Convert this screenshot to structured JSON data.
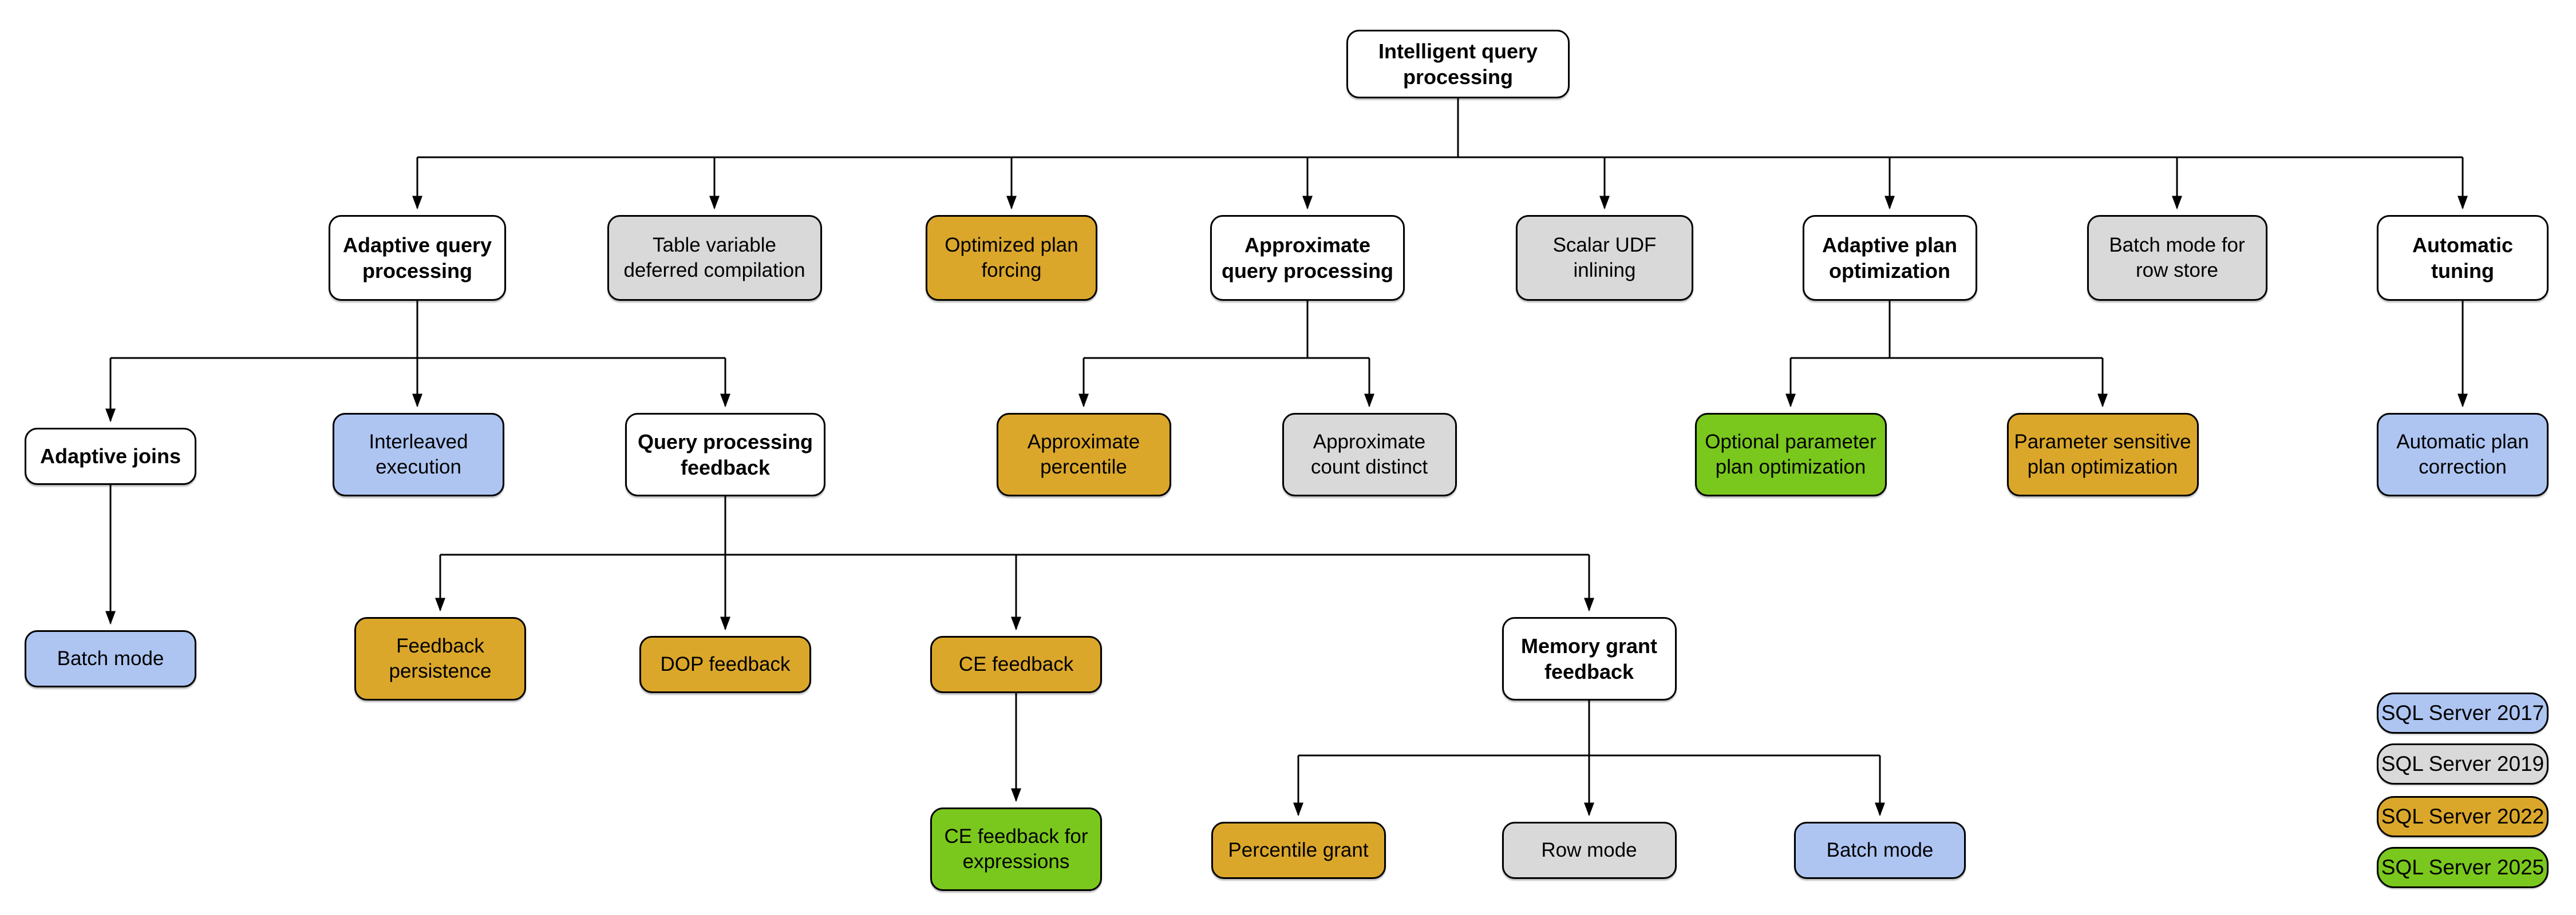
{
  "diagram": {
    "title": "Intelligent query processing",
    "version_colors": {
      "2017": "#AEC5F2",
      "2019": "#D9D9D9",
      "2022": "#DBA72B",
      "2025": "#7AC81E",
      "none": "#FFFFFF"
    },
    "nodes": [
      {
        "id": "intelligent-query-processing",
        "label": "Intelligent query\nprocessing",
        "version": "none",
        "parent": null
      },
      {
        "id": "adaptive-query-processing",
        "label": "Adaptive query\nprocessing",
        "version": "none",
        "parent": "intelligent-query-processing"
      },
      {
        "id": "table-variable-deferred-compilation",
        "label": "Table variable\ndeferred compilation",
        "version": "2019",
        "parent": "intelligent-query-processing"
      },
      {
        "id": "optimized-plan-forcing",
        "label": "Optimized plan\nforcing",
        "version": "2022",
        "parent": "intelligent-query-processing"
      },
      {
        "id": "approximate-query-processing",
        "label": "Approximate\nquery processing",
        "version": "none",
        "parent": "intelligent-query-processing"
      },
      {
        "id": "scalar-udf-inlining",
        "label": "Scalar UDF\ninlining",
        "version": "2019",
        "parent": "intelligent-query-processing"
      },
      {
        "id": "adaptive-plan-optimization",
        "label": "Adaptive plan\noptimization",
        "version": "none",
        "parent": "intelligent-query-processing"
      },
      {
        "id": "batch-mode-for-row-store",
        "label": "Batch mode for\nrow store",
        "version": "2019",
        "parent": "intelligent-query-processing"
      },
      {
        "id": "automatic-tuning",
        "label": "Automatic\ntuning",
        "version": "none",
        "parent": "intelligent-query-processing"
      },
      {
        "id": "adaptive-joins",
        "label": "Adaptive joins",
        "version": "none",
        "parent": "adaptive-query-processing"
      },
      {
        "id": "interleaved-execution",
        "label": "Interleaved\nexecution",
        "version": "2017",
        "parent": "adaptive-query-processing"
      },
      {
        "id": "query-processing-feedback",
        "label": "Query processing\nfeedback",
        "version": "none",
        "parent": "adaptive-query-processing"
      },
      {
        "id": "approximate-percentile",
        "label": "Approximate\npercentile",
        "version": "2022",
        "parent": "approximate-query-processing"
      },
      {
        "id": "approximate-count-distinct",
        "label": "Approximate\ncount distinct",
        "version": "2019",
        "parent": "approximate-query-processing"
      },
      {
        "id": "optional-parameter-plan-optimization",
        "label": "Optional parameter\nplan optimization",
        "version": "2025",
        "parent": "adaptive-plan-optimization"
      },
      {
        "id": "parameter-sensitive-plan-optimization",
        "label": "Parameter sensitive\nplan optimization",
        "version": "2022",
        "parent": "adaptive-plan-optimization"
      },
      {
        "id": "automatic-plan-correction",
        "label": "Automatic plan\ncorrection",
        "version": "2017",
        "parent": "automatic-tuning"
      },
      {
        "id": "batch-mode-adaptive-joins",
        "label": "Batch mode",
        "version": "2017",
        "parent": "adaptive-joins"
      },
      {
        "id": "feedback-persistence",
        "label": "Feedback\npersistence",
        "version": "2022",
        "parent": "query-processing-feedback"
      },
      {
        "id": "dop-feedback",
        "label": "DOP feedback",
        "version": "2022",
        "parent": "query-processing-feedback"
      },
      {
        "id": "ce-feedback",
        "label": "CE feedback",
        "version": "2022",
        "parent": "query-processing-feedback"
      },
      {
        "id": "memory-grant-feedback",
        "label": "Memory grant\nfeedback",
        "version": "none",
        "parent": "query-processing-feedback"
      },
      {
        "id": "ce-feedback-for-expressions",
        "label": "CE feedback for\nexpressions",
        "version": "2025",
        "parent": "ce-feedback"
      },
      {
        "id": "percentile-grant",
        "label": "Percentile grant",
        "version": "2022",
        "parent": "memory-grant-feedback"
      },
      {
        "id": "row-mode",
        "label": "Row mode",
        "version": "2019",
        "parent": "memory-grant-feedback"
      },
      {
        "id": "batch-mode-memory-grant",
        "label": "Batch mode",
        "version": "2017",
        "parent": "memory-grant-feedback"
      }
    ],
    "legend": [
      {
        "id": "sql-server-2017",
        "label": "SQL Server 2017",
        "version": "2017",
        "color": "#AEC5F2"
      },
      {
        "id": "sql-server-2019",
        "label": "SQL Server 2019",
        "version": "2019",
        "color": "#D9D9D9"
      },
      {
        "id": "sql-server-2022",
        "label": "SQL Server 2022",
        "version": "2022",
        "color": "#DBA72B"
      },
      {
        "id": "sql-server-2025",
        "label": "SQL Server 2025",
        "version": "2025",
        "color": "#7AC81E"
      }
    ]
  }
}
